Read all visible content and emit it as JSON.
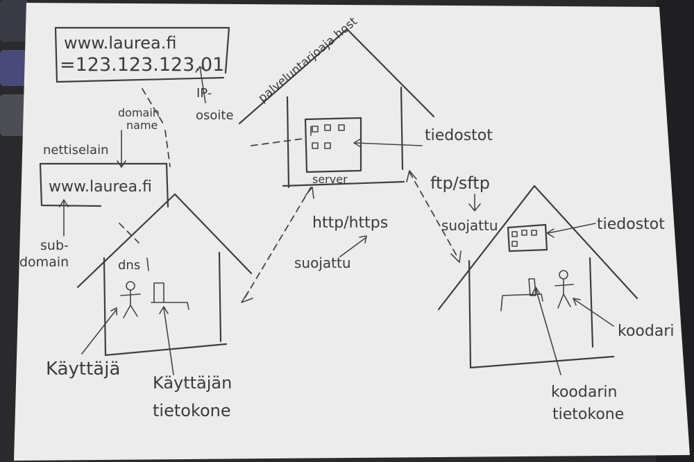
{
  "address_box": {
    "url": "www.laurea.fi",
    "ip": "=123.123.123.01"
  },
  "labels": {
    "ip_address_line1": "IP-",
    "ip_address_line2": "osoite",
    "domain_name_line1": "domain",
    "domain_name_line2": "name",
    "browser": "nettiselain",
    "browser_url": "www.laurea.fi",
    "subdomain_line1": "sub-",
    "subdomain_line2": "domain",
    "dns": "dns",
    "user": "Käyttäjä",
    "user_computer_line1": "Käyttäjän",
    "user_computer_line2": "tietokone",
    "hosting_provider": "palveluntarjoaja host",
    "server": "server",
    "files_server": "tiedostot",
    "http": "http/https",
    "secured_http": "suojattu",
    "ftp": "ftp/sftp",
    "secured_ftp": "suojattu",
    "files_coder": "tiedostot",
    "coder": "koodari",
    "coder_computer_line1": "koodarin",
    "coder_computer_line2": "tietokone"
  },
  "colors": {
    "paper": "#eeeeee",
    "ink": "#3d3d3d",
    "background": "#2a2a2c",
    "key": "#4a4a7a"
  }
}
